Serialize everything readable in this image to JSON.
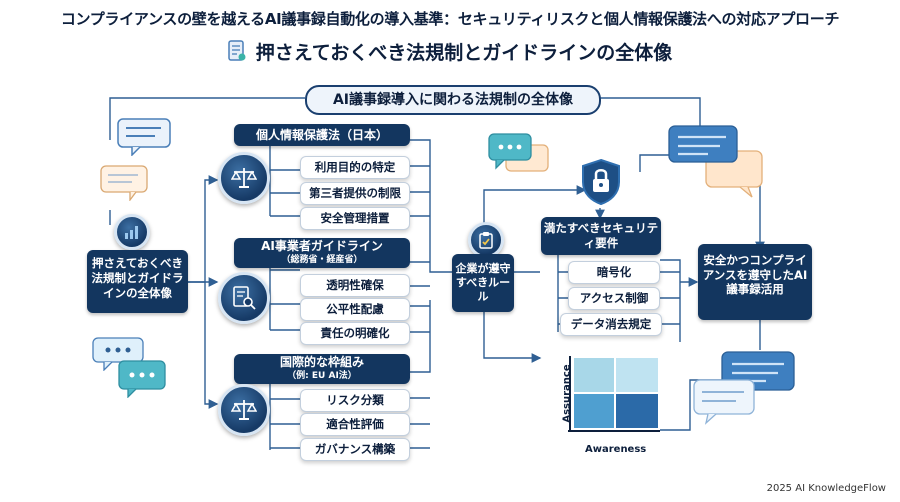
{
  "header": {
    "title": "コンプライアンスの壁を越えるAI議事録自動化の導入基準：セキュリティリスクと個人情報保護法への対応アプローチ",
    "subtitle": "押さえておくべき法規制とガイドラインの全体像"
  },
  "diagram": {
    "title": "AI議事録導入に関わる法規制の全体像",
    "root": "押さえておくべき法規制とガイドラインの全体像",
    "groups": [
      {
        "label": "個人情報保護法（日本）",
        "sublabel": "",
        "icon": "scales-icon",
        "items": [
          "利用目的の特定",
          "第三者提供の制限",
          "安全管理措置"
        ]
      },
      {
        "label": "AI事業者ガイドライン",
        "sublabel": "（総務省・経産省）",
        "icon": "document-search-icon",
        "items": [
          "透明性確保",
          "公平性配慮",
          "責任の明確化"
        ]
      },
      {
        "label": "国際的な枠組み",
        "sublabel": "（例: EU AI法）",
        "icon": "scales-icon",
        "items": [
          "リスク分類",
          "適合性評価",
          "ガバナンス構築"
        ]
      }
    ],
    "rules": "企業が遵守すべきルール",
    "security": {
      "label": "満たすべきセキュリティ要件",
      "items": [
        "暗号化",
        "アクセス制御",
        "データ消去規定"
      ]
    },
    "outcome": "安全かつコンプライアンスを遵守したAI議事録活用",
    "matrix": {
      "xlabel": "Awareness",
      "ylabel": "Assurance"
    }
  },
  "footer": "2025 AI KnowledgeFlow"
}
